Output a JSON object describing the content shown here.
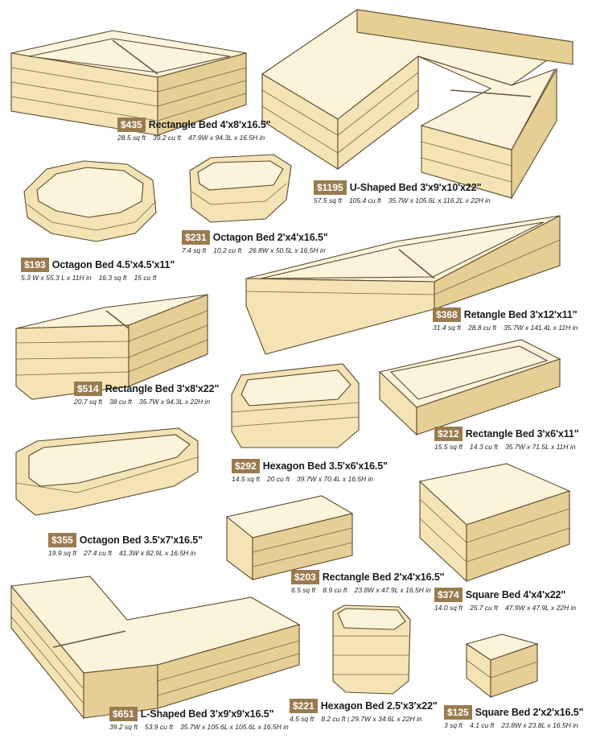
{
  "beds": [
    {
      "id": "rect-4x8x16",
      "price": "$435",
      "title": "Rectangle Bed 4'x8'x16.5\"",
      "specs": [
        "28.5 sq ft",
        "39.2 cu ft",
        "47.9W x 94.3L x 16.5H in"
      ]
    },
    {
      "id": "ushaped-3x9x10x22",
      "price": "$1195",
      "title": "U-Shaped Bed 3'x9'x10'x22\"",
      "specs": [
        "57.5 sq ft",
        "105.4 cu ft",
        "35.7W x 105.6L x 116.2L x 22H in"
      ]
    },
    {
      "id": "octagon-2x4x16",
      "price": "$231",
      "title": "Octagon Bed 2'x4'x16.5\"",
      "specs": [
        "7.4 sq ft",
        "10.2 cu ft",
        "26.8W x 50.5L x 16.5H in"
      ]
    },
    {
      "id": "octagon-45x45x11",
      "price": "$193",
      "title": "Octagon Bed 4.5'x4.5'x11\"",
      "specs": [
        "5.3 W x 55.3 L x 11H in",
        "16.3 sq ft",
        "15 cu ft"
      ]
    },
    {
      "id": "rect-3x12x11",
      "price": "$368",
      "title": "Retangle Bed 3'x12'x11\"",
      "specs": [
        "31.4 sq ft",
        "28.8 cu ft",
        "35.7W x 141.4L x 11H in"
      ]
    },
    {
      "id": "rect-3x8x22",
      "price": "$514",
      "title": "Rectangle Bed 3'x8'x22\"",
      "specs": [
        "20.7 sq ft",
        "38 cu ft",
        "35.7W x 94.3L x 22H in"
      ]
    },
    {
      "id": "rect-3x6x11",
      "price": "$212",
      "title": "Rectangle Bed 3'x6'x11\"",
      "specs": [
        "15.5 sq ft",
        "14.3 cu ft",
        "35.7W x 71.5L x 11H in"
      ]
    },
    {
      "id": "hexagon-35x6x16",
      "price": "$292",
      "title": "Hexagon Bed 3.5'x6'x16.5\"",
      "specs": [
        "14.5 sq ft",
        "20 cu ft",
        "39.7W x 70.4L x 16.5H in"
      ]
    },
    {
      "id": "octagon-35x7x16",
      "price": "$355",
      "title": "Octagon Bed 3.5'x7'x16.5\"",
      "specs": [
        "19.9 sq ft",
        "27.4 cu ft",
        "41.3W x 82.9L x 16.5H in"
      ]
    },
    {
      "id": "rect-2x4x16",
      "price": "$203",
      "title": "Rectangle Bed 2'x4'x16.5\"",
      "specs": [
        "6.5 sq ft",
        "8.9 cu ft",
        "23.8W x 47.9L x 16.5H in"
      ]
    },
    {
      "id": "square-4x4x22",
      "price": "$374",
      "title": "Square Bed 4'x4'x22\"",
      "specs": [
        "14.0 sq ft",
        "25.7 cu ft",
        "47.9W x 47.9L x 22H in"
      ]
    },
    {
      "id": "lshaped-3x9x9x16",
      "price": "$651",
      "title": "L-Shaped Bed 3'x9'x9'x16.5\"",
      "specs": [
        "39.2 sq ft",
        "53.9 cu ft",
        "35.7W x 105.6L x 105.6L x 16.5H in"
      ]
    },
    {
      "id": "hexagon-25x3x22",
      "price": "$221",
      "title": "Hexagon Bed 2.5'x3'x22\"",
      "specs": [
        "4.5 sq ft",
        "8.2 cu ft | 29.7W x 34.6L x 22H in"
      ]
    },
    {
      "id": "square-2x2x16",
      "price": "$125",
      "title": "Square Bed 2'x2'x16.5\"",
      "specs": [
        "3 sq ft",
        "4.1 cu ft",
        "23.8W x 23.8L x 16.5H in"
      ]
    }
  ]
}
